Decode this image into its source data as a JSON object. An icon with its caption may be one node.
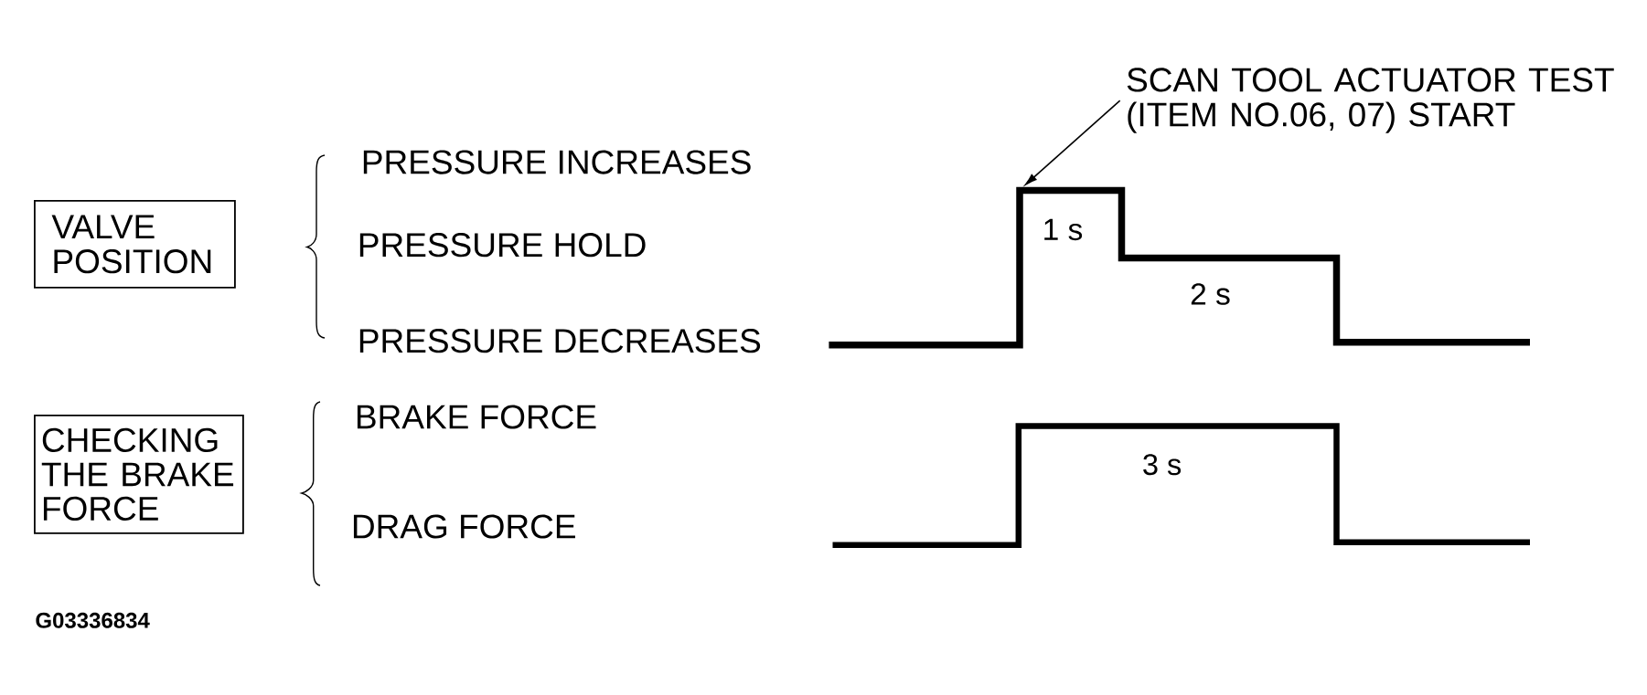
{
  "diagram": {
    "nodes": [
      {
        "text": [
          "SCAN TOOL ACTUATOR TEST (ITEM NO.06, 07) START"
        ]
      },
      {
        "text": [
          "VALVE POSITION"
        ]
      },
      {
        "text": [
          "1 s",
          "2 s"
        ]
      },
      {
        "text": [
          "CHECKING THE BRAKE FORCE"
        ]
      },
      {
        "text": [
          "3 s"
        ]
      }
    ],
    "edges": [
      {
        "from": 0,
        "to": 2,
        "arrow": "to"
      }
    ],
    "labels": [
      "PRESSURE INCREASES",
      "PRESSURE HOLD",
      "PRESSURE DECREASES",
      "BRAKE FORCE",
      "DRAG FORCE",
      "G03336834"
    ]
  }
}
